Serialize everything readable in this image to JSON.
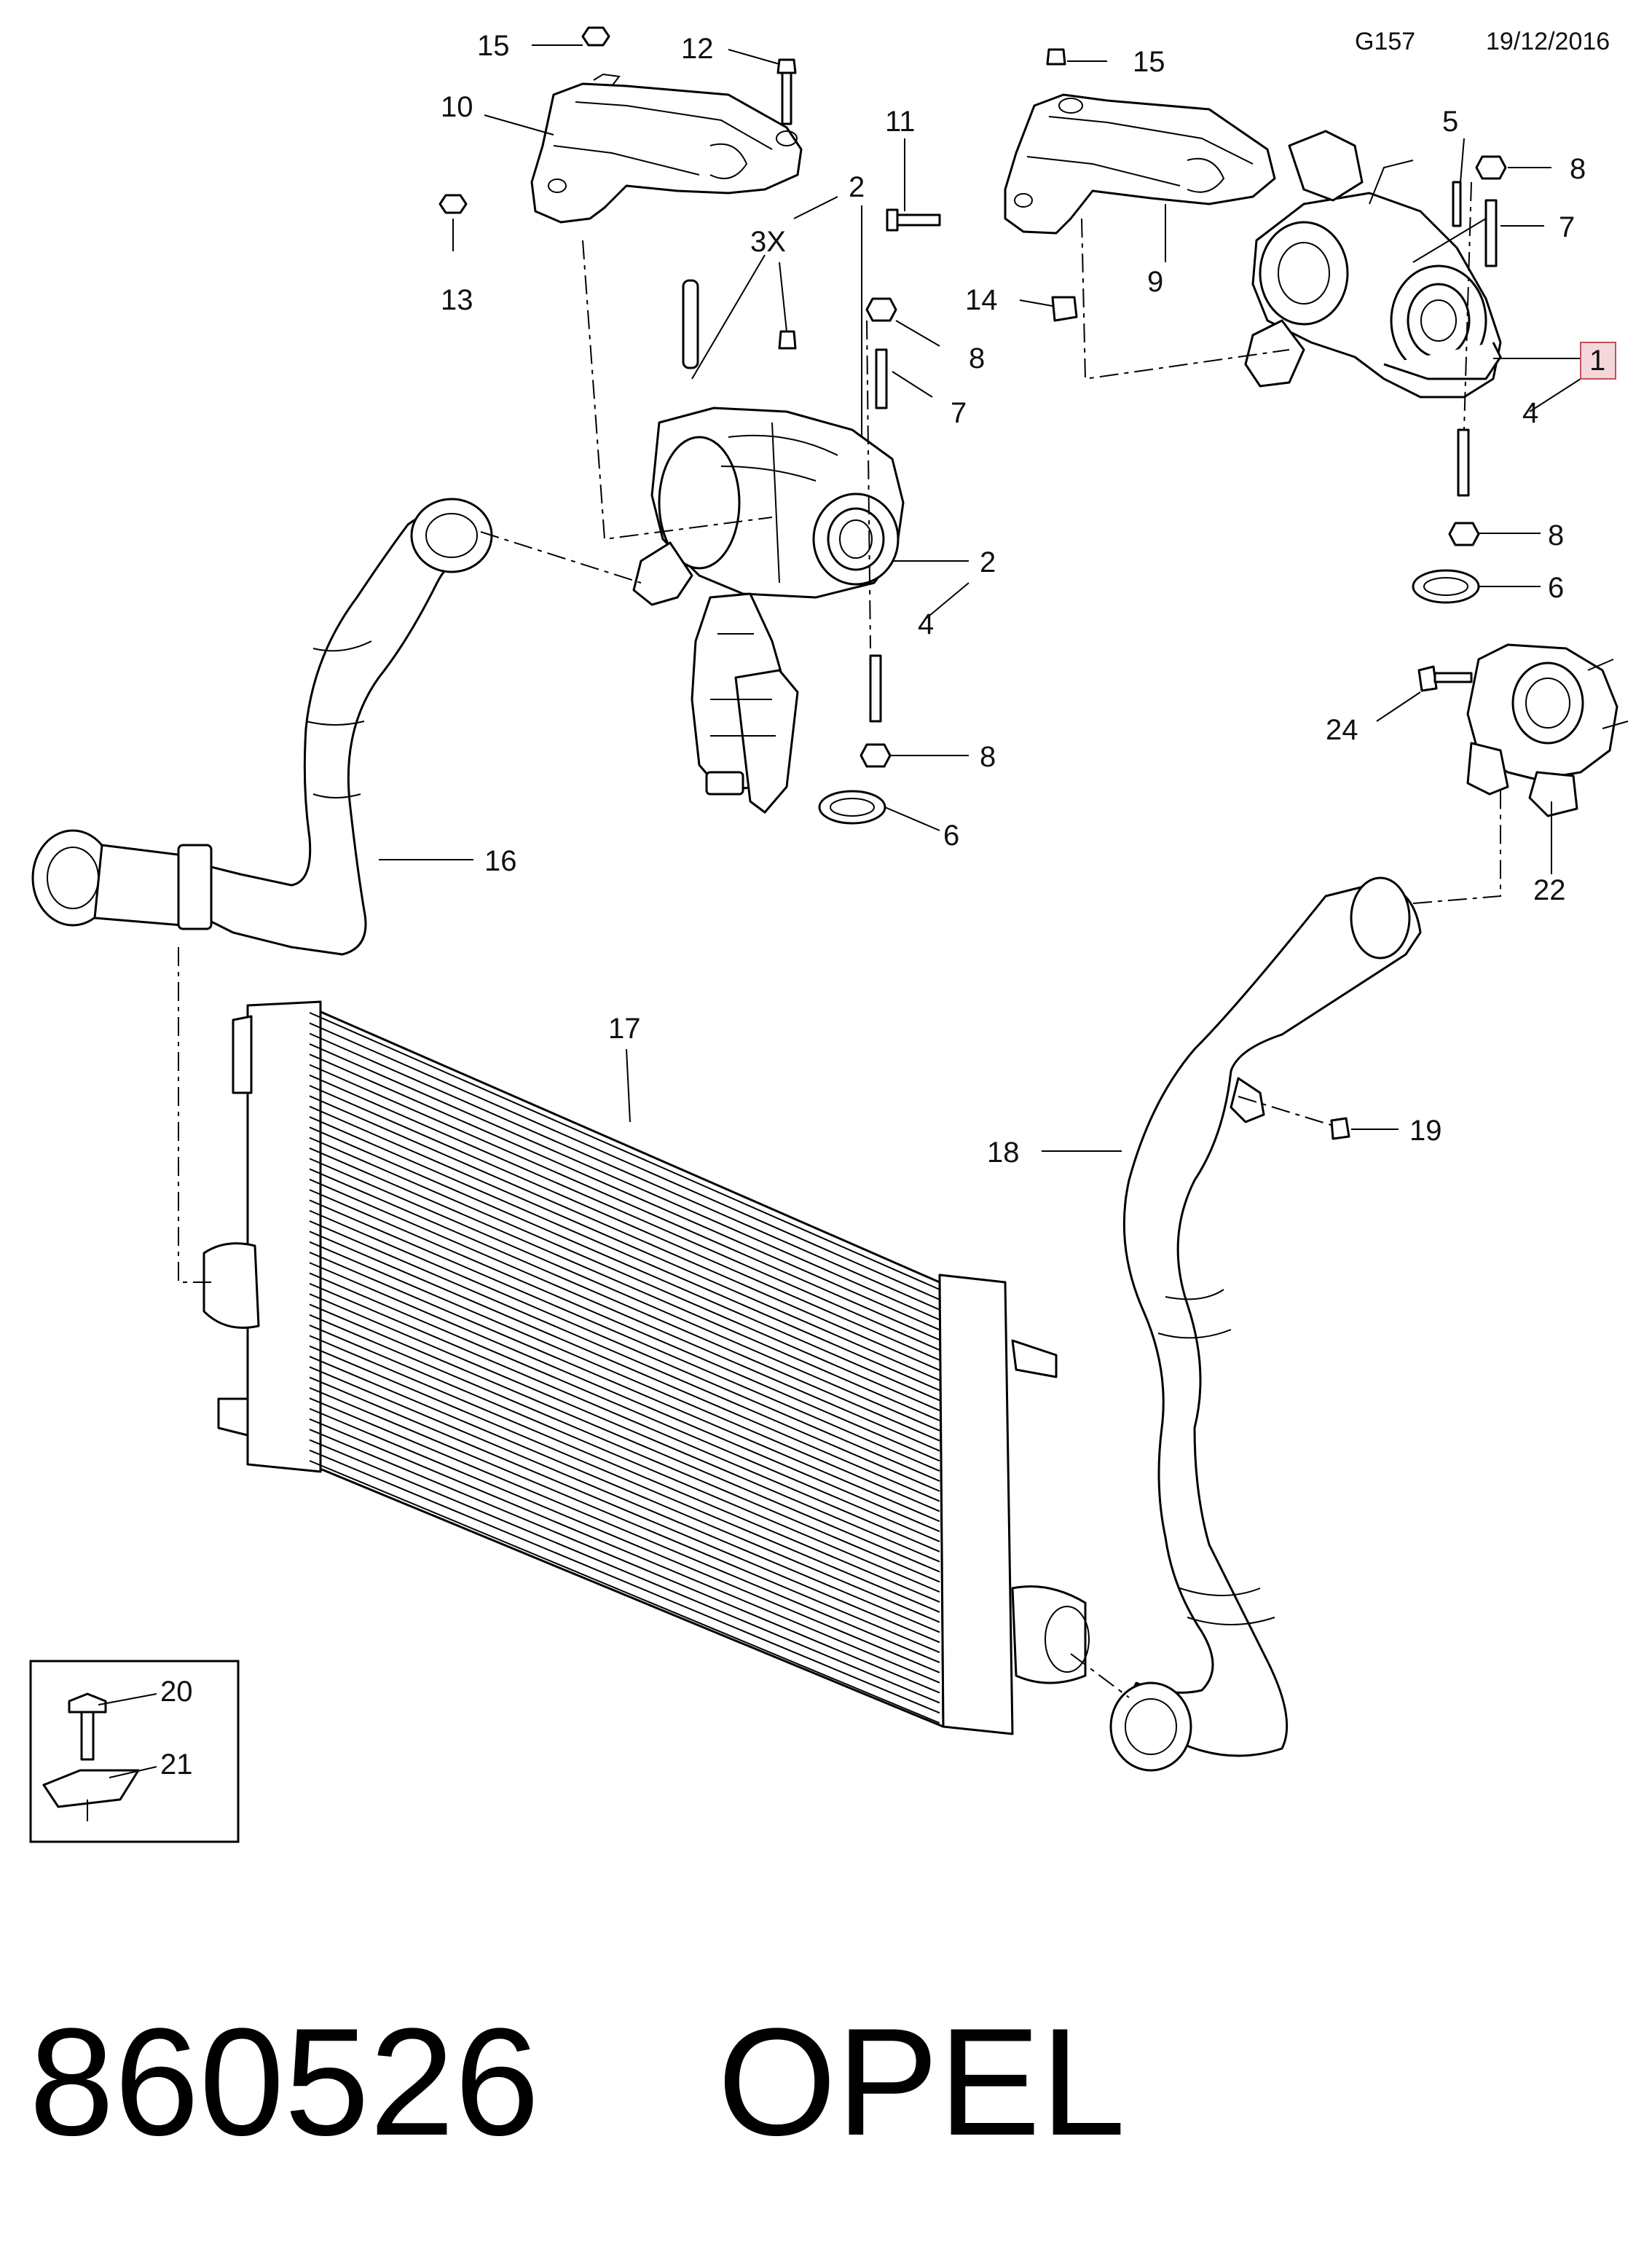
{
  "header": {
    "code": "G157",
    "date": "19/12/2016"
  },
  "footer": {
    "part_number": "860526",
    "brand": "OPEL"
  },
  "callouts": [
    {
      "id": "c15a",
      "text": "15"
    },
    {
      "id": "c12",
      "text": "12"
    },
    {
      "id": "c10",
      "text": "10"
    },
    {
      "id": "c13",
      "text": "13"
    },
    {
      "id": "c2a",
      "text": "2"
    },
    {
      "id": "c3x",
      "text": "3X"
    },
    {
      "id": "c15b",
      "text": "15"
    },
    {
      "id": "c11",
      "text": "11"
    },
    {
      "id": "c9",
      "text": "9"
    },
    {
      "id": "c14",
      "text": "14"
    },
    {
      "id": "c8a",
      "text": "8"
    },
    {
      "id": "c7a",
      "text": "7"
    },
    {
      "id": "c5",
      "text": "5"
    },
    {
      "id": "c8b",
      "text": "8"
    },
    {
      "id": "c7b",
      "text": "7"
    },
    {
      "id": "c1",
      "text": "1"
    },
    {
      "id": "c4a",
      "text": "4"
    },
    {
      "id": "c8c",
      "text": "8"
    },
    {
      "id": "c6a",
      "text": "6"
    },
    {
      "id": "c2b",
      "text": "2"
    },
    {
      "id": "c4b",
      "text": "4"
    },
    {
      "id": "c8d",
      "text": "8"
    },
    {
      "id": "c6b",
      "text": "6"
    },
    {
      "id": "c24",
      "text": "24"
    },
    {
      "id": "c22",
      "text": "22"
    },
    {
      "id": "c16",
      "text": "16"
    },
    {
      "id": "c17",
      "text": "17"
    },
    {
      "id": "c18",
      "text": "18"
    },
    {
      "id": "c19",
      "text": "19"
    },
    {
      "id": "c20",
      "text": "20"
    },
    {
      "id": "c21",
      "text": "21"
    }
  ]
}
